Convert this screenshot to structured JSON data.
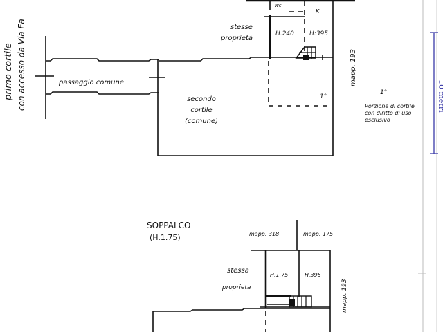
{
  "ground_floor": {
    "first_courtyard": "primo cortile",
    "access_note": "con accesso da Via Fa",
    "passage": "passaggio comune",
    "second_courtyard_line1": "secondo",
    "second_courtyard_line2": "cortile",
    "second_courtyard_line3": "(comune)",
    "same_property_line1": "stesse",
    "same_property_line2": "proprietà",
    "wc": "wc.",
    "kitchen": "K",
    "height_left": "H.240",
    "height_right": "H:395",
    "parcel_right": "mapp. 193",
    "zone_marker": "1°",
    "legend_marker": "1°",
    "legend_line1": "Porzione di cortile",
    "legend_line2": "con diritto di uso",
    "legend_line3": "esclusivo"
  },
  "scale": {
    "label": "10 metri",
    "color": "#3a3aa8"
  },
  "mezzanine": {
    "title": "SOPPALCO",
    "height": "(H.1.75)",
    "parcel_left": "mapp. 318",
    "parcel_right_top": "mapp. 175",
    "same_property_line1": "stessa",
    "same_property_line2": "proprieta",
    "height_left": "H.1.75",
    "height_right": "H.395",
    "parcel_right": "mapp. 193"
  }
}
